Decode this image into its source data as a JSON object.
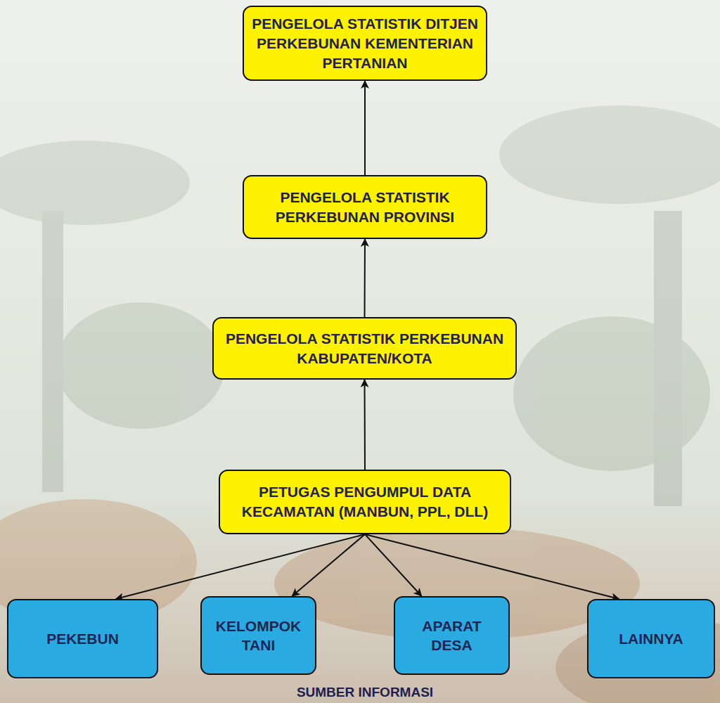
{
  "diagram": {
    "nodes": [
      {
        "text": [
          "PENGELOLA STATISTIK DITJEN PERKEBUNAN KEMENTERIAN PERTANIAN"
        ]
      },
      {
        "text": [
          "PENGELOLA STATISTIK PERKEBUNAN PROVINSI"
        ]
      },
      {
        "text": [
          "PENGELOLA STATISTIK PERKEBUNAN KABUPATEN/KOTA"
        ]
      },
      {
        "text": [
          "PETUGAS PENGUMPUL DATA KECAMATAN (MANBUN, PPL, DLL)"
        ]
      },
      {
        "text": [
          "PEKEBUN"
        ]
      },
      {
        "text": [
          "KELOMPOK TANI"
        ]
      },
      {
        "text": [
          "APARAT DESA"
        ]
      },
      {
        "text": [
          "LAINNYA"
        ]
      }
    ],
    "edges": [
      {
        "from": 1,
        "to": 0,
        "arrow": "to"
      },
      {
        "from": 2,
        "to": 1,
        "arrow": "to"
      },
      {
        "from": 3,
        "to": 2,
        "arrow": "to"
      },
      {
        "from": 3,
        "to": 4,
        "arrow": "to"
      },
      {
        "from": 3,
        "to": 5,
        "arrow": "to"
      },
      {
        "from": 3,
        "to": 6,
        "arrow": "to"
      },
      {
        "from": 3,
        "to": 7,
        "arrow": "to"
      }
    ],
    "labels": [
      "SUMBER INFORMASI"
    ]
  }
}
